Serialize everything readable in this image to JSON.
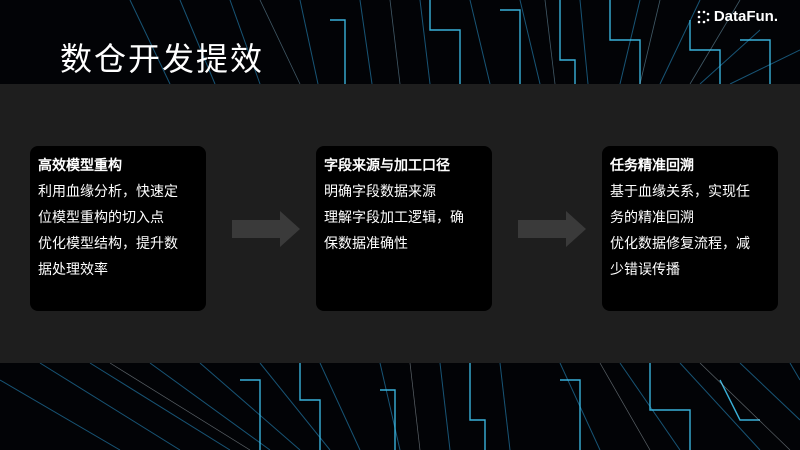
{
  "slide": {
    "title": "数仓开发提效",
    "logo_text": "DataFun."
  },
  "cards": [
    {
      "title": "高效模型重构",
      "lines": [
        "利用血缘分析，快速定",
        "位模型重构的切入点",
        "优化模型结构，提升数",
        "据处理效率"
      ]
    },
    {
      "title": "字段来源与加工口径",
      "lines": [
        "明确字段数据来源",
        "理解字段加工逻辑，确",
        "保数据准确性"
      ]
    },
    {
      "title": "任务精准回溯",
      "lines": [
        "基于血缘关系，实现任",
        "务的精准回溯",
        "优化数据修复流程，减",
        "少错误传播"
      ]
    }
  ],
  "colors": {
    "panel": "#1e1e1e",
    "card": "#000000",
    "arrow": "#3a3a3a",
    "accent_lines": "#2ab7e8"
  }
}
